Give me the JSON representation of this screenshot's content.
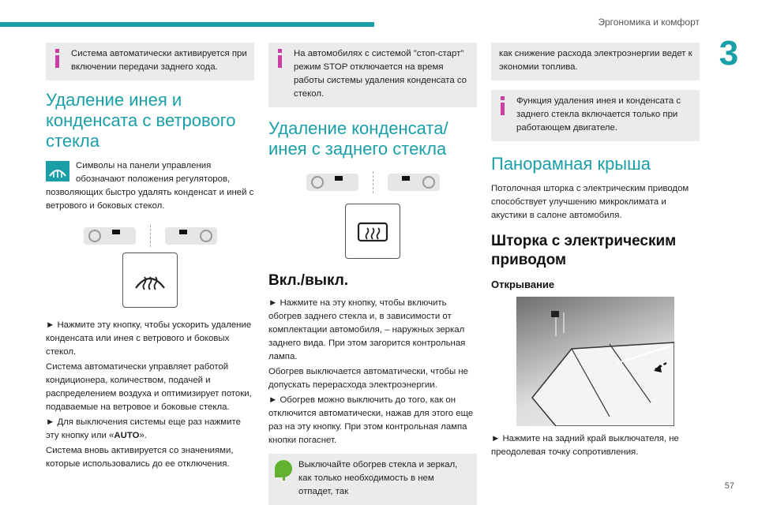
{
  "header": {
    "section_title": "Эргономика и комфорт",
    "chapter_number": "3",
    "page_number": "57"
  },
  "col1": {
    "info_text": "Система автоматически активируется при включении передачи заднего хода.",
    "heading": "Удаление инея и конденсата с ветрового стекла",
    "icon_para": "Символы на панели управления обозначают положения регуляторов, позволяющих быстро удалять конденсат и иней с ветрового и боковых стекол.",
    "para1": "► Нажмите эту кнопку, чтобы ускорить удаление конденсата или инея с ветрового и боковых стекол.",
    "para2": "Система автоматически управляет работой кондиционера, количеством, подачей и распределением воздуха и оптимизирует потоки, подаваемые на ветровое и боковые стекла.",
    "para3_pre": "► Для выключения системы еще раз нажмите эту кнопку или «",
    "para3_bold": "AUTO",
    "para3_post": "».",
    "para4": "Система вновь активируется со значениями, которые использовались до ее отключения."
  },
  "col2": {
    "info_text": "На автомобилях с системой \"стоп-старт\" режим STOP отключается на время работы системы удаления конденсата со стекол.",
    "heading": "Удаление конденсата/инея с заднего стекла",
    "subheading": "Вкл./выкл.",
    "para1": "► Нажмите на эту кнопку, чтобы включить обогрев заднего стекла и, в зависимости от комплектации автомобиля, – наружных зеркал заднего вида. При этом загорится контрольная лампа.",
    "para2": "Обогрев выключается автоматически, чтобы не допускать перерасхода электроэнергии.",
    "para3": "► Обогрев можно выключить до того, как он отключится автоматически, нажав для этого еще раз на эту кнопку. При этом контрольная лампа кнопки погаснет.",
    "eco_text": "Выключайте обогрев стекла и зеркал, как только необходимость в нем отпадет, так"
  },
  "col3": {
    "cont_text": "как снижение расхода электроэнергии ведет к экономии топлива.",
    "info_text": "Функция удаления инея и конденсата с заднего стекла включается только при работающем двигателе.",
    "heading": "Панорамная крыша",
    "intro": "Потолочная шторка с электрическим приводом способствует улучшению микроклимата и акустики в салоне автомобиля.",
    "subheading": "Шторка с электрическим приводом",
    "subsub": "Открывание",
    "para1": "► Нажмите на задний край выключателя, не преодолевая точку сопротивления."
  },
  "colors": {
    "accent": "#1a9fa8",
    "info_icon": "#c93fa4",
    "eco_icon": "#62b22f",
    "box_bg": "#ebebeb"
  }
}
